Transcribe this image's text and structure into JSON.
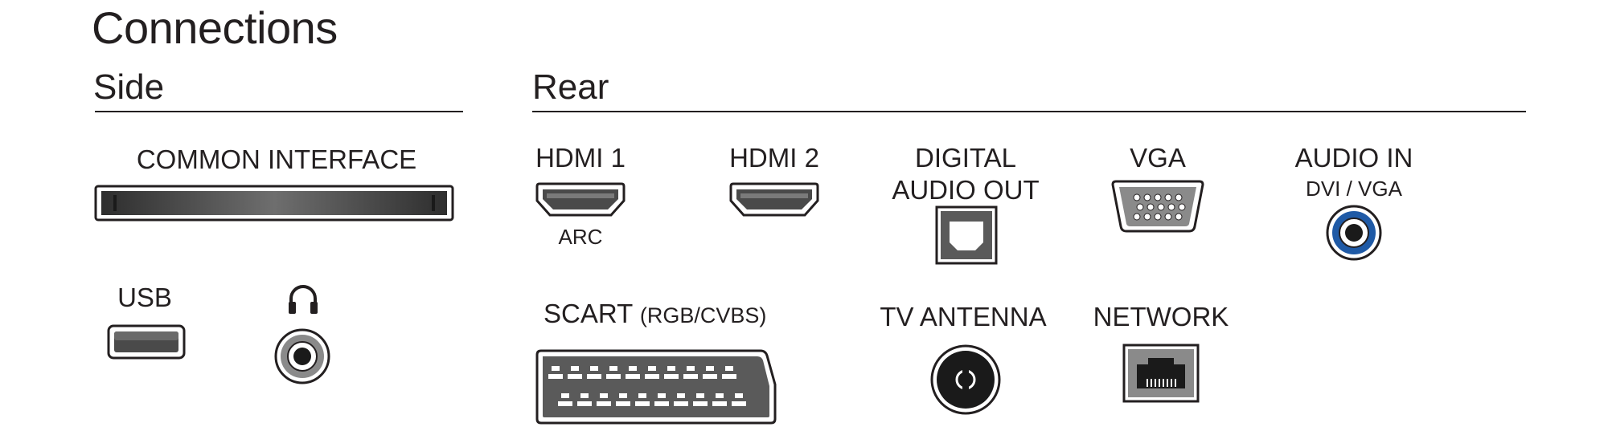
{
  "title": "Connections",
  "sections": {
    "side": "Side",
    "rear": "Rear"
  },
  "side_ports": {
    "common_interface": "COMMON INTERFACE",
    "usb": "USB"
  },
  "rear_ports": {
    "hdmi1": "HDMI 1",
    "hdmi1_sub": "ARC",
    "hdmi2": "HDMI 2",
    "digital_audio_line1": "DIGITAL",
    "digital_audio_line2": "AUDIO OUT",
    "vga": "VGA",
    "audio_in": "AUDIO IN",
    "audio_in_sub": "DVI / VGA",
    "scart": "SCART",
    "scart_sub": "(RGB/CVBS)",
    "tv_antenna": "TV ANTENNA",
    "network": "NETWORK"
  },
  "icons": {
    "headphone": "headphone-icon",
    "hdmi": "hdmi-port-icon",
    "optical": "optical-port-icon",
    "vga": "vga-port-icon",
    "jack": "audio-jack-icon",
    "scart": "scart-port-icon",
    "coax": "coax-antenna-icon",
    "ethernet": "ethernet-port-icon"
  },
  "colors": {
    "ink": "#231f20",
    "port_dark": "#4a4a4a",
    "audio_in_blue": "#1f5aa6"
  }
}
